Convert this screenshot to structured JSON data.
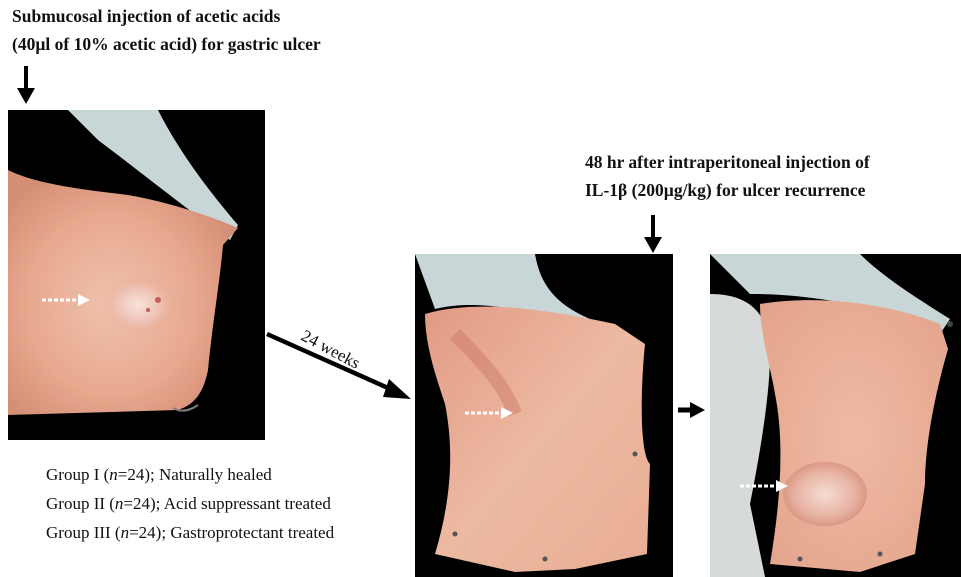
{
  "top_caption": {
    "line1": "Submucosal injection of acetic acids",
    "line2": "(40µl of 10% acetic acid) for gastric ulcer"
  },
  "right_caption": {
    "line1": "48 hr after intraperitoneal injection of",
    "line2": "IL-1β (200µg/kg) for ulcer recurrence"
  },
  "interval_label": "24 weeks",
  "groups": [
    {
      "prefix": "Group I (",
      "n_italic": "n",
      "suffix": "=24); Naturally healed"
    },
    {
      "prefix": "Group II (",
      "n_italic": "n",
      "suffix": "=24); Acid suppressant treated"
    },
    {
      "prefix": "Group III (",
      "n_italic": "n",
      "suffix": "=24); Gastroprotectant treated"
    }
  ],
  "colors": {
    "background": "#ffffff",
    "photo_background": "#000000",
    "tissue": "#e9b39a",
    "membrane": "#c9d6d8",
    "arrow": "#000000",
    "ulcer_marker_arrow": "#ffffff"
  }
}
